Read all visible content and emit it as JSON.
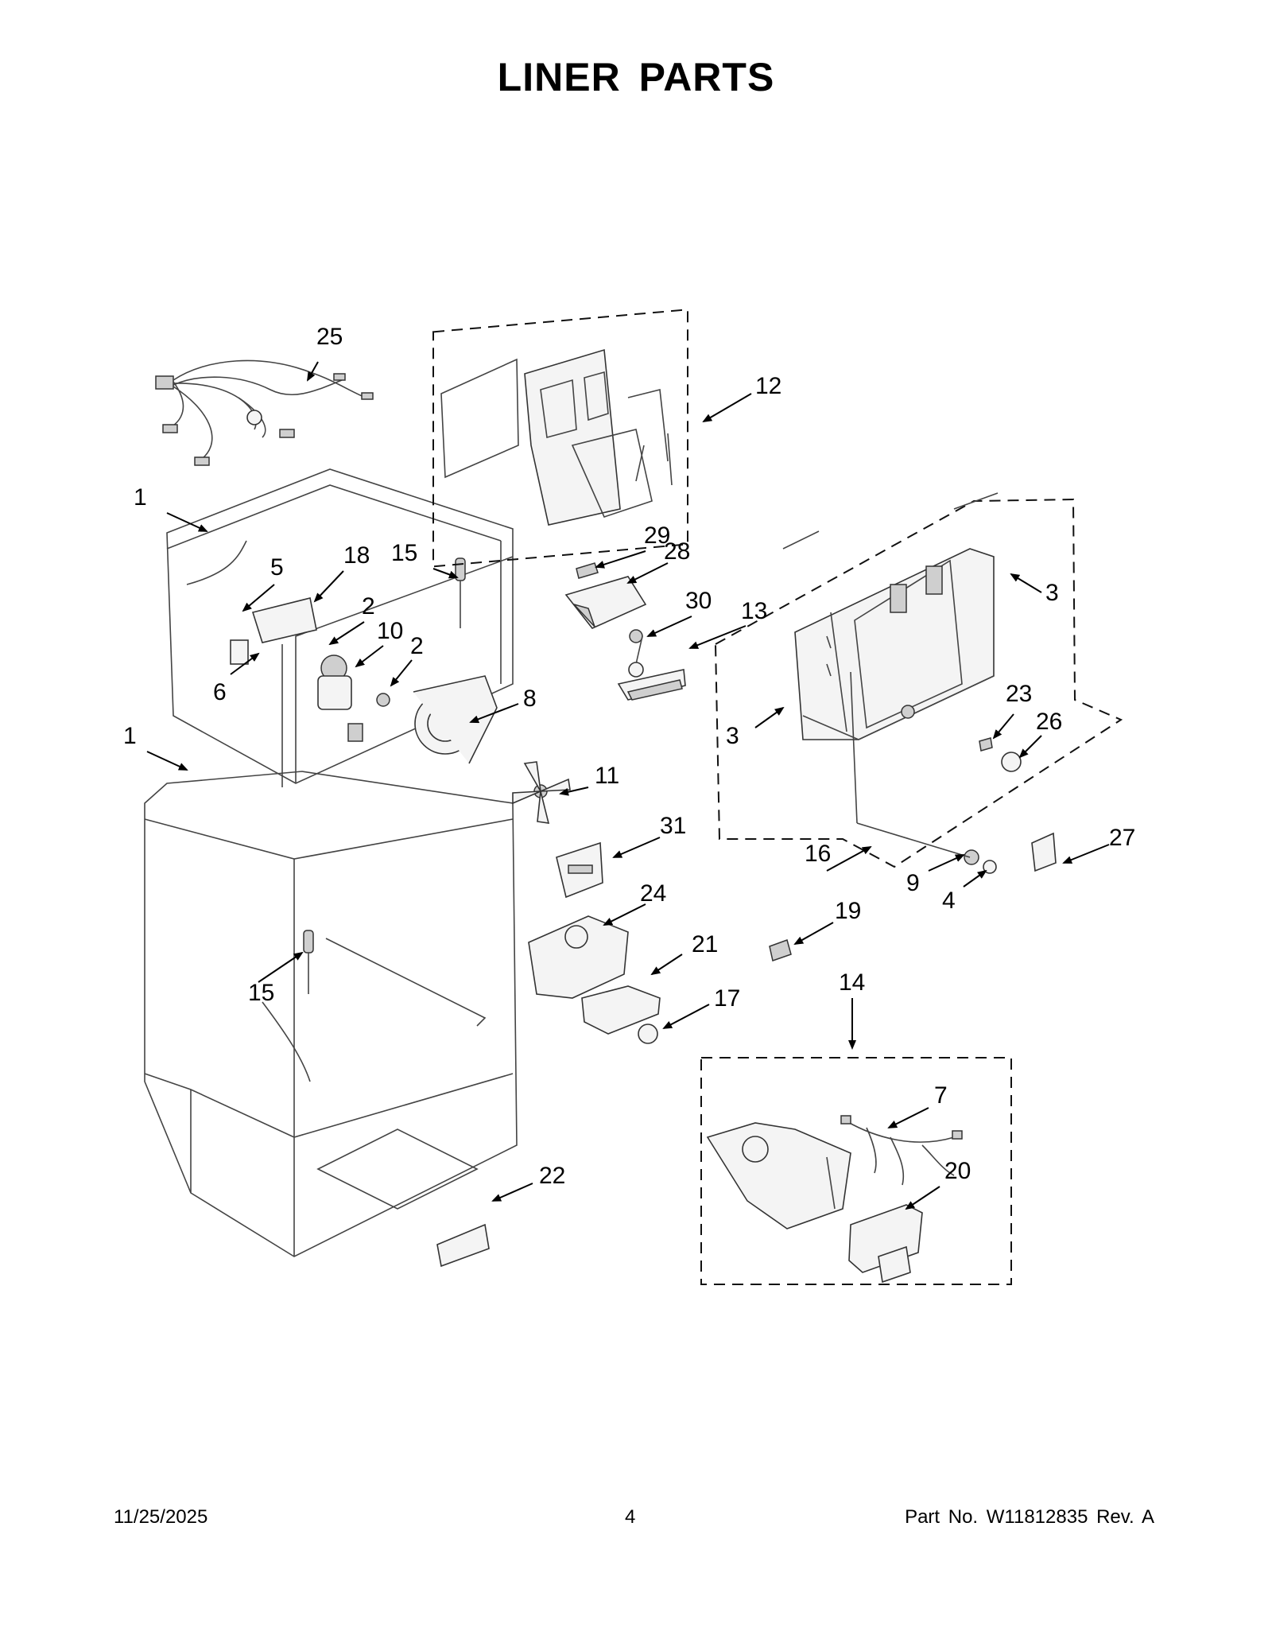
{
  "page": {
    "title": "LINER PARTS",
    "footer": {
      "date": "11/25/2025",
      "page_number": "4",
      "part_number": "Part No.  W11812835  Rev.  A"
    }
  },
  "callouts": [
    "25",
    "12",
    "1",
    "5",
    "18",
    "15",
    "2",
    "10",
    "2",
    "6",
    "8",
    "1",
    "11",
    "29",
    "28",
    "30",
    "13",
    "3",
    "3",
    "23",
    "26",
    "16",
    "27",
    "9",
    "4",
    "31",
    "24",
    "21",
    "19",
    "17",
    "15",
    "14",
    "7",
    "20",
    "22"
  ]
}
